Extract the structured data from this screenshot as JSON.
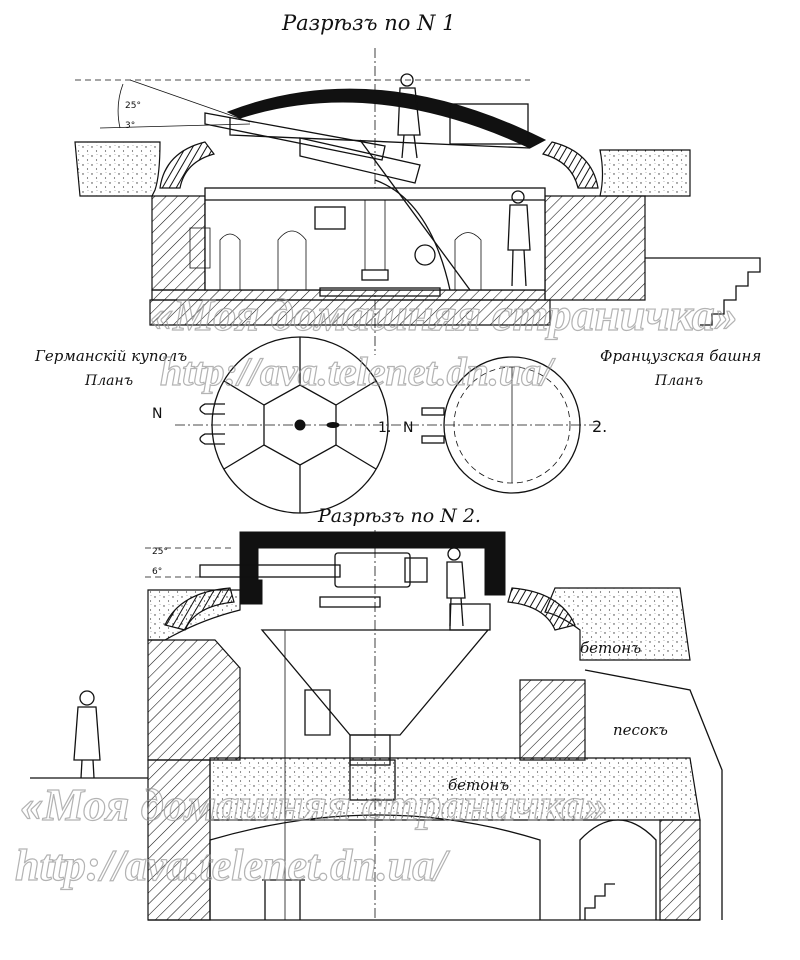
{
  "section1": {
    "title": "Разрѣзъ по N 1",
    "angle_top": "25°",
    "angle_bottom": "3°"
  },
  "plans": {
    "german": {
      "name": "Германскій куполъ",
      "sub": "Планъ",
      "marker": "N",
      "number": "1."
    },
    "french": {
      "name": "Французская башня",
      "sub": "Планъ",
      "marker": "N",
      "number": "2."
    }
  },
  "section2": {
    "title": "Разрѣзъ по N 2.",
    "angle_top": "25°",
    "angle_bottom": "6°",
    "material_concrete_right": "бетонъ",
    "material_sand": "песокъ",
    "material_concrete_mid": "бетонъ"
  },
  "watermark": {
    "line1": "«Моя домашняя страничка»",
    "url": "http://ava.telenet.dn.ua/"
  }
}
